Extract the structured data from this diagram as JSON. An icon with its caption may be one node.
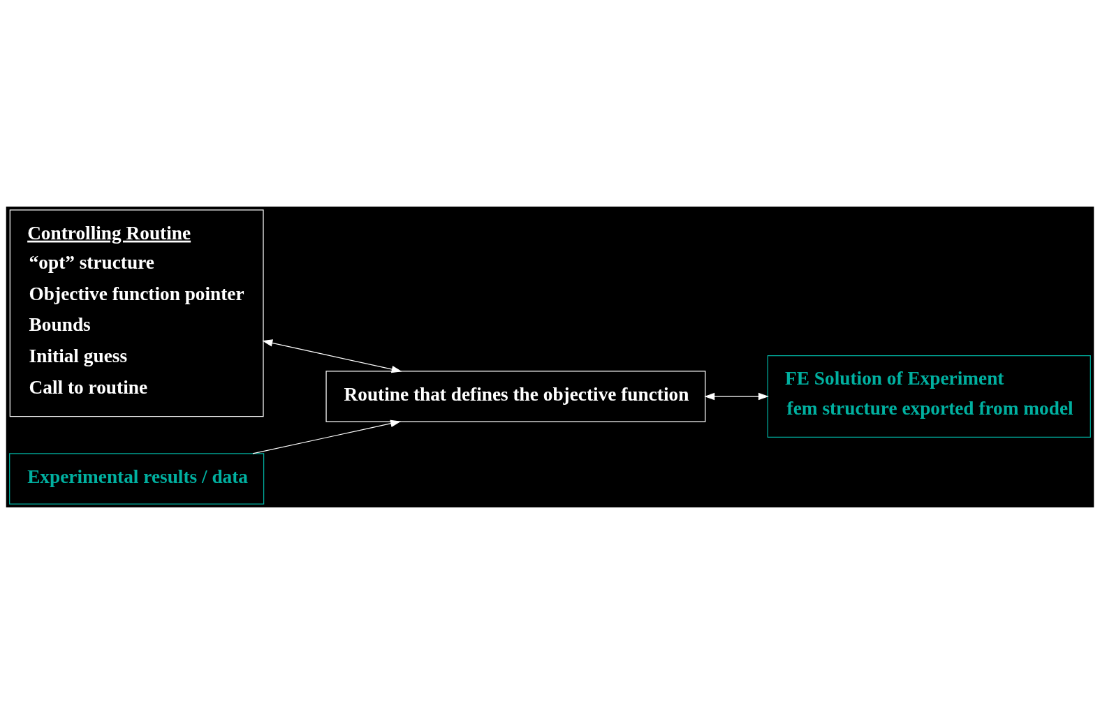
{
  "diagram": {
    "nodes": [
      {
        "text": [
          "Controlling Routine",
          "“opt” structure",
          "Objective function pointer",
          "Bounds",
          "Initial guess",
          "Call to routine"
        ]
      },
      {
        "text": [
          "Experimental results / data"
        ]
      },
      {
        "text": [
          "Routine that defines the objective function"
        ]
      },
      {
        "text": [
          "FE Solution of Experiment",
          "fem structure exported from model"
        ]
      }
    ],
    "edges": [
      {
        "from": 1,
        "to": 2,
        "arrow": "to"
      },
      {
        "from": 0,
        "to": 2,
        "arrow": "both"
      },
      {
        "from": 2,
        "to": 3,
        "arrow": "both"
      }
    ]
  }
}
